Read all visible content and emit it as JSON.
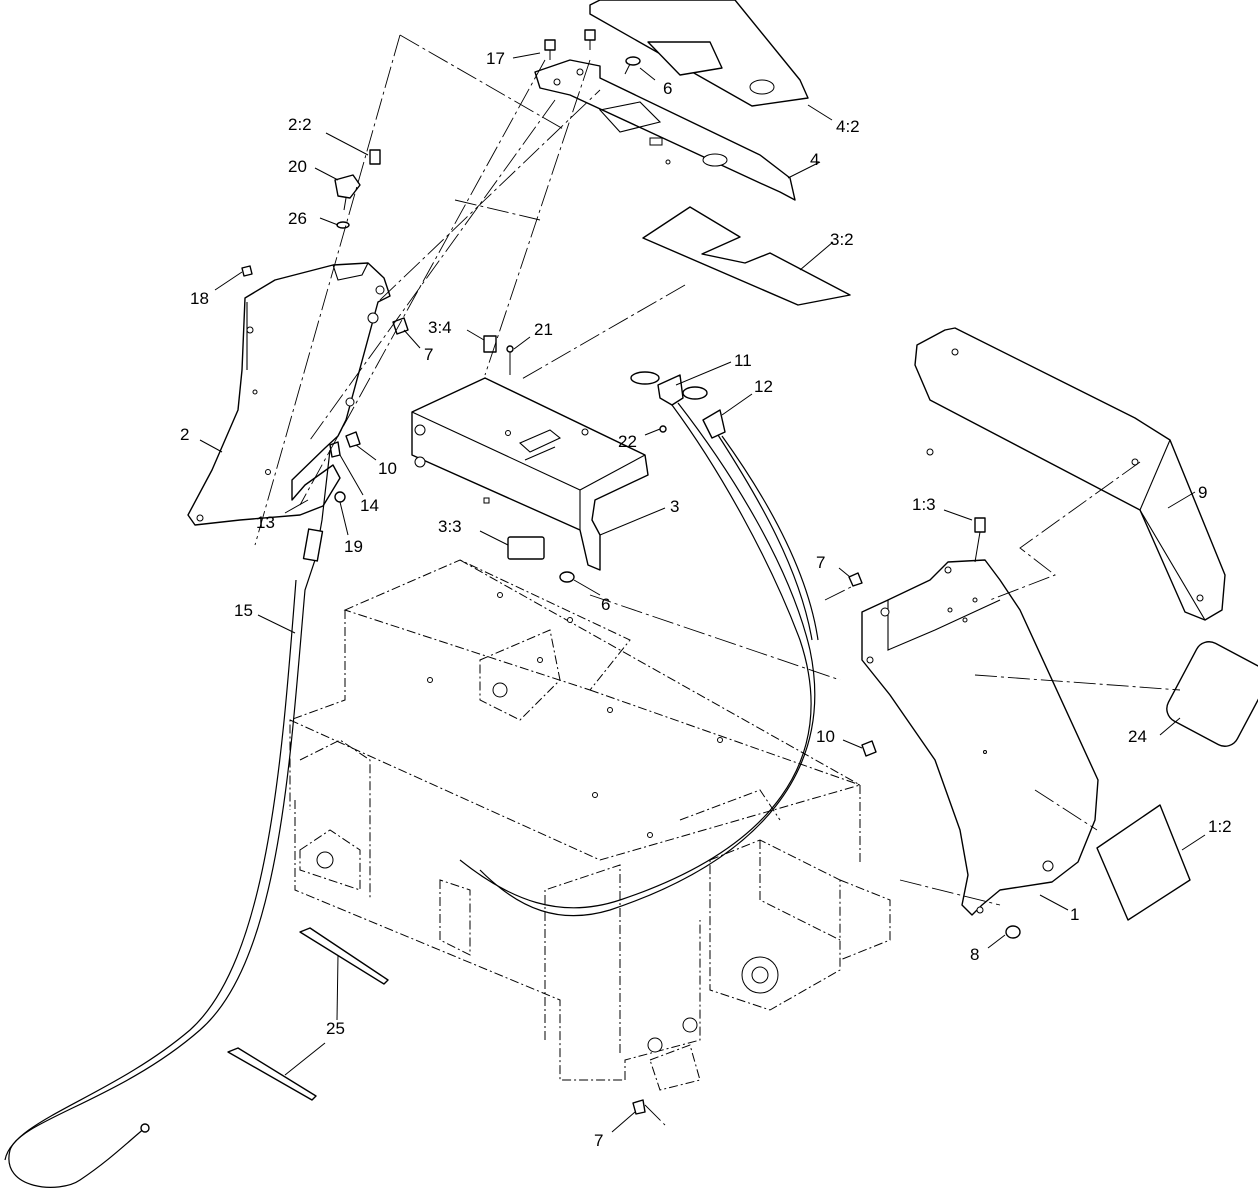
{
  "callouts": {
    "c17": "17",
    "c6a": "6",
    "c4_2": "4:2",
    "c2_2": "2:2",
    "c4": "4",
    "c20": "20",
    "c26": "26",
    "c3_2": "3:2",
    "c18": "18",
    "c3_4": "3:4",
    "c21": "21",
    "c7a": "7",
    "c11": "11",
    "c12": "12",
    "c2": "2",
    "c22": "22",
    "c10a": "10",
    "c14": "14",
    "c9": "9",
    "c13": "13",
    "c19": "19",
    "c3_3": "3:3",
    "c3": "3",
    "c1_3": "1:3",
    "c6b": "6",
    "c7b": "7",
    "c15": "15",
    "c10b": "10",
    "c24": "24",
    "c1_2": "1:2",
    "c1": "1",
    "c8": "8",
    "c25": "25",
    "c7c": "7"
  }
}
